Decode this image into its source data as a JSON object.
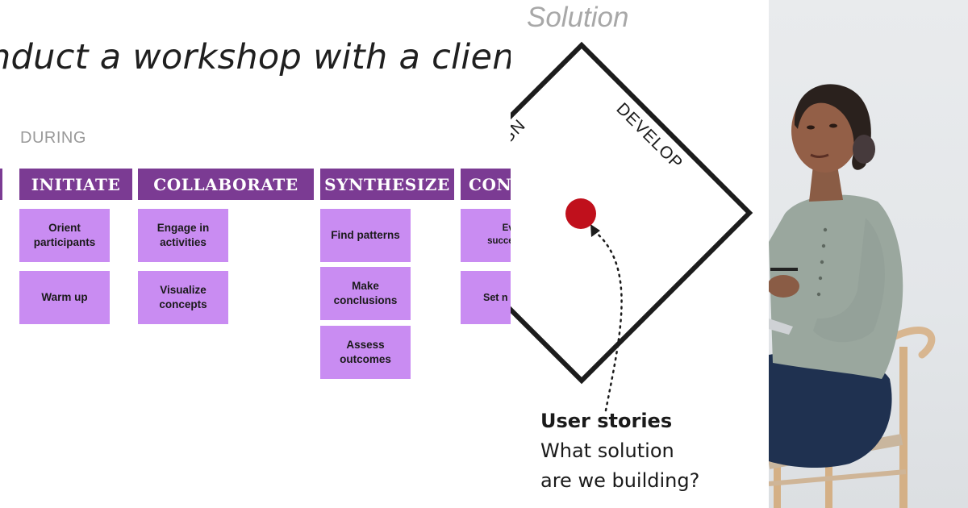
{
  "workshop_slide": {
    "title": "nduct a workshop with a clien",
    "phase": "DURING",
    "columns": [
      {
        "header": "INITIATE",
        "notes": [
          "Orient participants",
          "Warm up"
        ]
      },
      {
        "header": "COLLABORATE",
        "notes": [
          "Engage in activities",
          "Visualize concepts"
        ]
      },
      {
        "header": "SYNTHESIZE",
        "notes": [
          "Find patterns",
          "Make conclusions",
          "Assess outcomes"
        ]
      },
      {
        "header": "CON",
        "notes": [
          "Evalu success ses",
          "Set n ste"
        ]
      }
    ],
    "colors": {
      "header": "#7b3b93",
      "sticky": "#c98cf2"
    }
  },
  "diagram": {
    "title": "Solution",
    "left_edge_label": "GN",
    "right_edge_label": "DEVELOP",
    "marker_color": "#c0101c",
    "stories_title": "User stories",
    "stories_line1": "What solution",
    "stories_line2": "are we building?"
  },
  "photo": {
    "subject": "woman-seated-holding-pen-and-notebook",
    "colors": {
      "cardigan": "#9aa79e",
      "pants": "#1f3150",
      "chair": "#d8b690",
      "wall": "#e6e9ec"
    }
  }
}
